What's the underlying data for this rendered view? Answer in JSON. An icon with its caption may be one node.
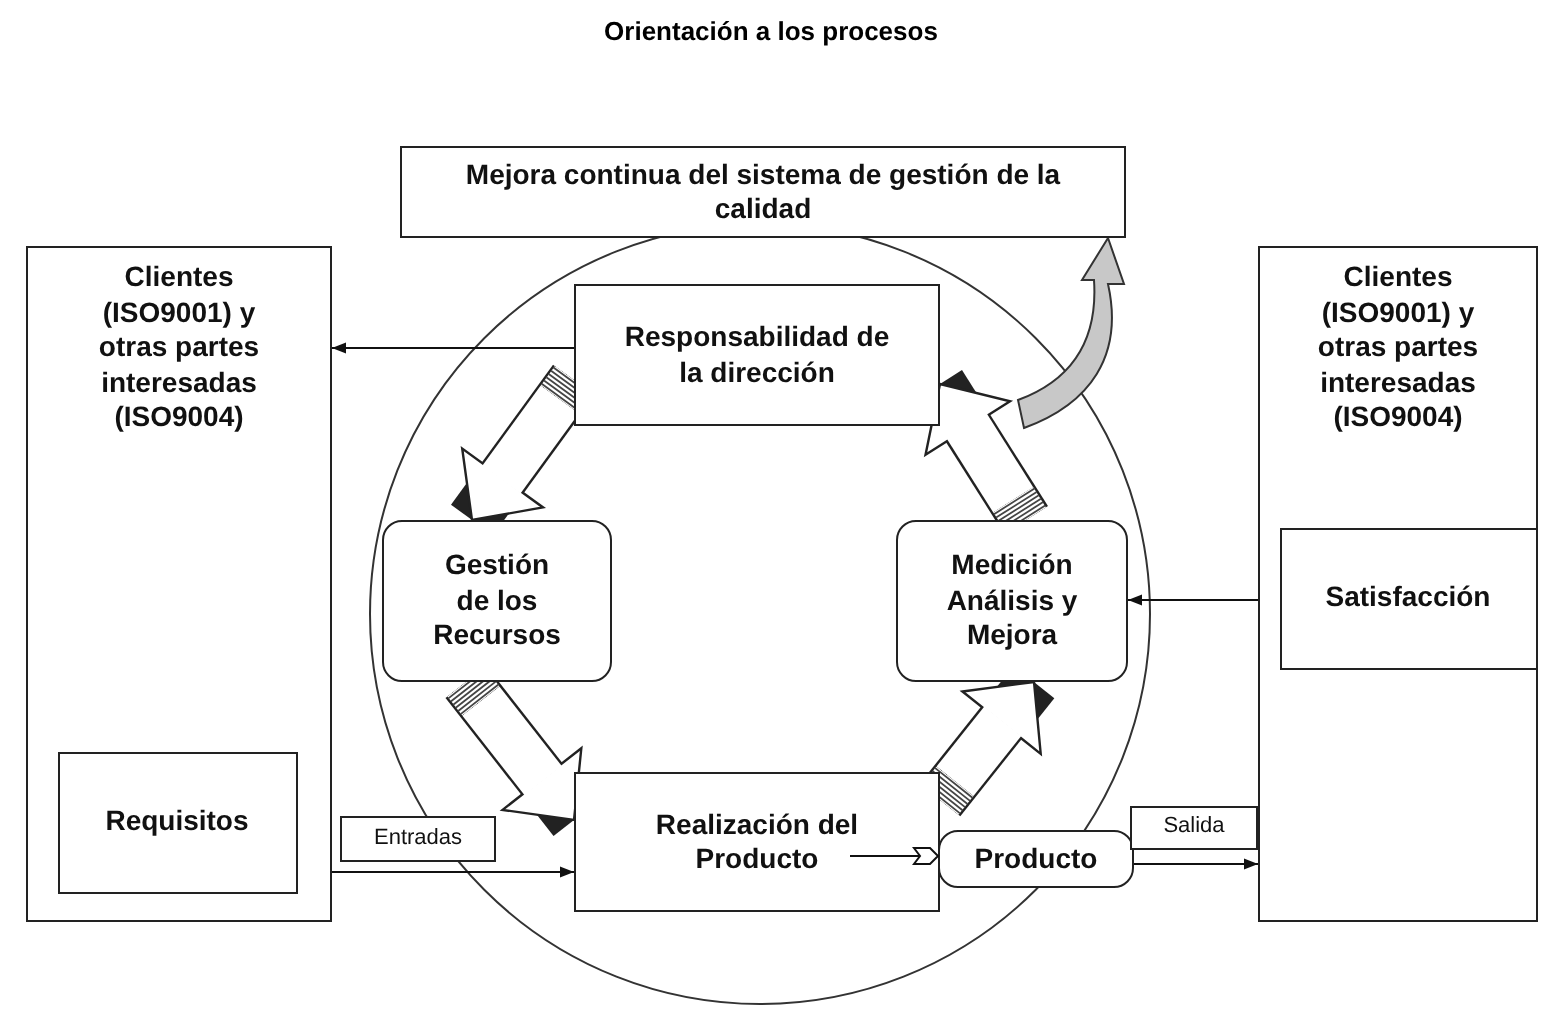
{
  "diagram": {
    "title": "Orientación a los procesos",
    "nodes": [
      {
        "text": [
          "Mejora continua del sistema de gestión de la calidad"
        ]
      },
      {
        "text": [
          "Clientes (ISO9001) y otras partes interesadas (ISO9004)"
        ]
      },
      {
        "text": [
          "Requisitos"
        ],
        "in": 1
      },
      {
        "text": [
          "Responsabilidad de la dirección"
        ]
      },
      {
        "text": [
          "Gestión de los Recursos"
        ]
      },
      {
        "text": [
          "Medición Análisis y Mejora"
        ]
      },
      {
        "text": [
          "Realización del Producto"
        ]
      },
      {
        "text": [
          "Producto"
        ]
      },
      {
        "text": [
          "Clientes (ISO9001) y otras partes interesadas (ISO9004)"
        ]
      },
      {
        "text": [
          "Satisfacción"
        ],
        "in": 8
      },
      {
        "text": [
          "Entradas"
        ]
      },
      {
        "text": [
          "Salida"
        ]
      }
    ],
    "edges": [
      {
        "from": 3,
        "to": 1,
        "arrow": "to"
      },
      {
        "from": 8,
        "to": 5,
        "arrow": "to"
      },
      {
        "from": 2,
        "to": 6,
        "arrow": "to"
      },
      {
        "from": 7,
        "to": 8,
        "arrow": "to"
      },
      {
        "from": 3,
        "to": 4,
        "arrow": "to",
        "style": "thick"
      },
      {
        "from": 4,
        "to": 6,
        "arrow": "to",
        "style": "thick"
      },
      {
        "from": 6,
        "to": 5,
        "arrow": "to",
        "style": "thick"
      },
      {
        "from": 5,
        "to": 3,
        "arrow": "to",
        "style": "thick"
      },
      {
        "from": 6,
        "to": 7,
        "arrow": "to"
      }
    ]
  }
}
